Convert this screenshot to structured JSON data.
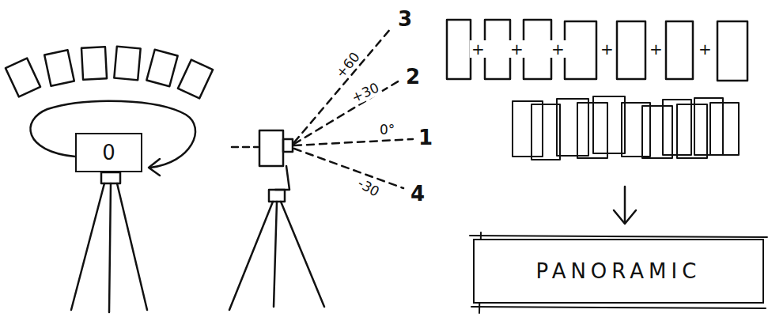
{
  "diagram": {
    "nodes": [
      {
        "text": [
          "0"
        ]
      },
      {
        "text": [
          "PANORAMIC"
        ]
      }
    ],
    "labels": [
      "+60",
      "3",
      "+30",
      "2",
      "0°",
      "1",
      "-30",
      "4",
      "+",
      "+",
      "+",
      "+",
      "+",
      "+"
    ]
  }
}
